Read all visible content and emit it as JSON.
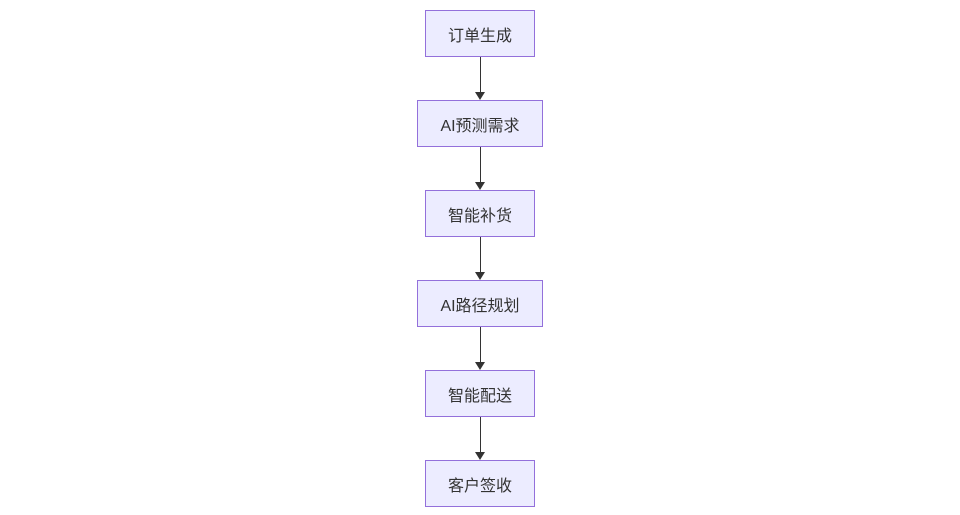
{
  "diagram": {
    "type": "flowchart",
    "direction": "top-down",
    "nodes": [
      {
        "id": "order-created",
        "label": "订单生成"
      },
      {
        "id": "ai-demand-forecast",
        "label": "AI预测需求"
      },
      {
        "id": "smart-replenishment",
        "label": "智能补货"
      },
      {
        "id": "ai-route-planning",
        "label": "AI路径规划"
      },
      {
        "id": "smart-delivery",
        "label": "智能配送"
      },
      {
        "id": "customer-signoff",
        "label": "客户签收"
      }
    ],
    "edges": [
      {
        "from": "order-created",
        "to": "ai-demand-forecast",
        "arrow": "down"
      },
      {
        "from": "ai-demand-forecast",
        "to": "smart-replenishment",
        "arrow": "down"
      },
      {
        "from": "smart-replenishment",
        "to": "ai-route-planning",
        "arrow": "down"
      },
      {
        "from": "ai-route-planning",
        "to": "smart-delivery",
        "arrow": "down"
      },
      {
        "from": "smart-delivery",
        "to": "customer-signoff",
        "arrow": "down"
      }
    ]
  },
  "colors": {
    "node-fill": "#ECECFF",
    "node-border": "#9370DB",
    "arrow": "#333333",
    "text": "#333333",
    "background": "#FFFFFF"
  }
}
